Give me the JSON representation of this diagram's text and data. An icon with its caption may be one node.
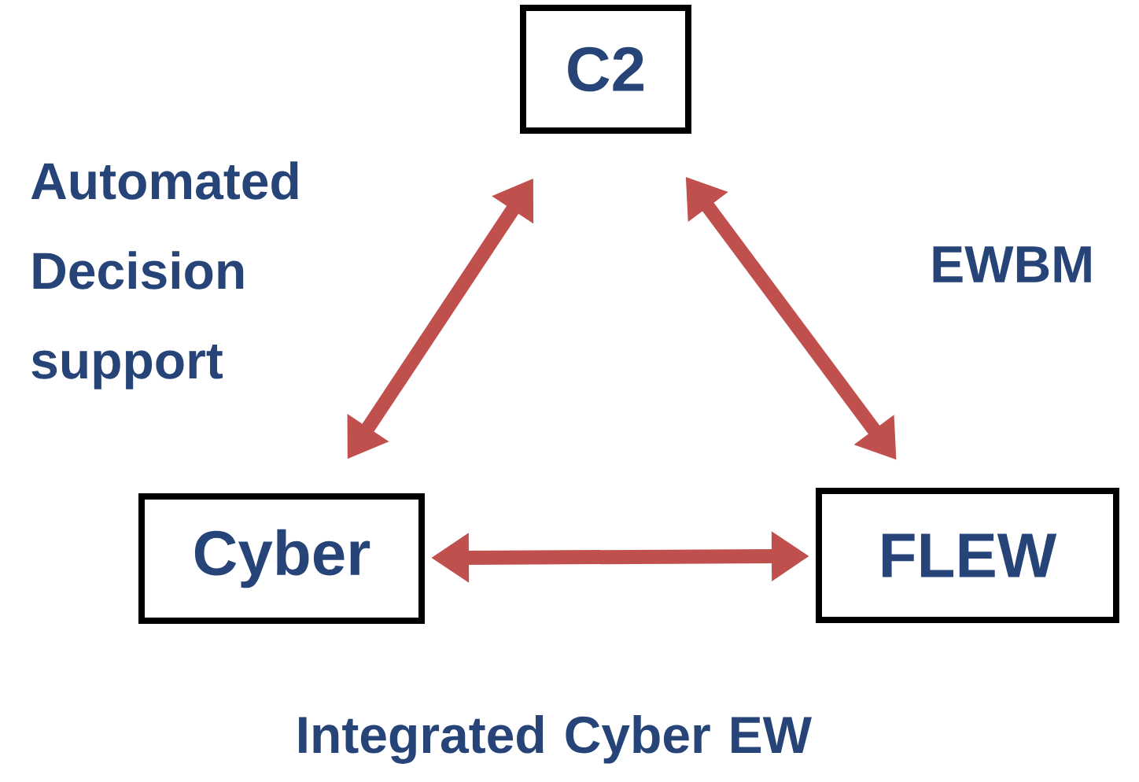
{
  "diagram": {
    "nodes": [
      {
        "text": [
          "C2"
        ]
      },
      {
        "text": [
          "Cyber"
        ]
      },
      {
        "text": [
          "FLEW"
        ]
      }
    ],
    "edges": [
      {
        "from": 0,
        "to": 1,
        "arrow": "both",
        "label": "Automated Decision support"
      },
      {
        "from": 0,
        "to": 2,
        "arrow": "both",
        "label": "EWBM"
      },
      {
        "from": 1,
        "to": 2,
        "arrow": "both",
        "label": "Integrated Cyber EW"
      }
    ]
  }
}
